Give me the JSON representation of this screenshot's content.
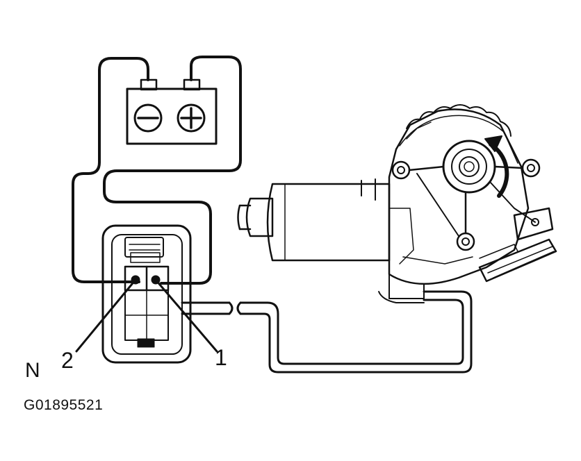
{
  "labels": {
    "pin_left": "2",
    "pin_right": "1",
    "view_letter": "N",
    "figure_code": "G01895521"
  },
  "battery": {
    "negative_symbol": "minus-icon",
    "positive_symbol": "plus-icon"
  },
  "motor": {
    "rotation_symbol": "curved-arrow-icon"
  },
  "colors": {
    "line": "#111111",
    "background": "#ffffff"
  }
}
